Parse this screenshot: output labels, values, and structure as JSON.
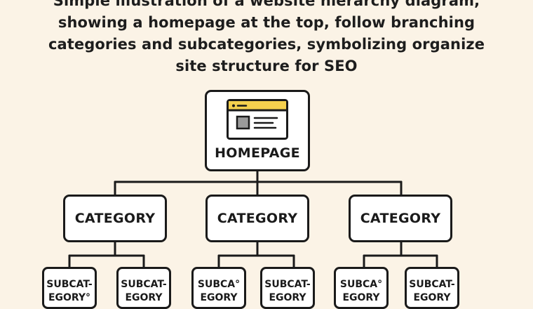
{
  "caption": {
    "line1": "Simple illustration of a website hierarchy diagram,",
    "line2": "showing a homepage at the top, follow branching",
    "line3": "categories and subcategories, symbolizing organize",
    "line4": "site structure for SEO"
  },
  "colors": {
    "background": "#fbf3e6",
    "browser_bar": "#f5d04e",
    "stroke": "#1a1a1a"
  },
  "homepage": {
    "label": "HOMEPAGE",
    "icon": "webpage-icon"
  },
  "categories": [
    {
      "label": "CATEGORY",
      "subcategories": [
        {
          "line1": "SUBCAT-",
          "line2": "EGORY°"
        },
        {
          "line1": "SUBCAT-",
          "line2": "EGORY"
        }
      ]
    },
    {
      "label": "CATEGORY",
      "subcategories": [
        {
          "line1": "SUBCA°",
          "line2": "EGORY"
        },
        {
          "line1": "SUBCAT-",
          "line2": "EGORY"
        }
      ]
    },
    {
      "label": "CATEGORY",
      "subcategories": [
        {
          "line1": "SUBCA°",
          "line2": "EGORY"
        },
        {
          "line1": "SUBCAT-",
          "line2": "EGORY"
        }
      ]
    }
  ]
}
